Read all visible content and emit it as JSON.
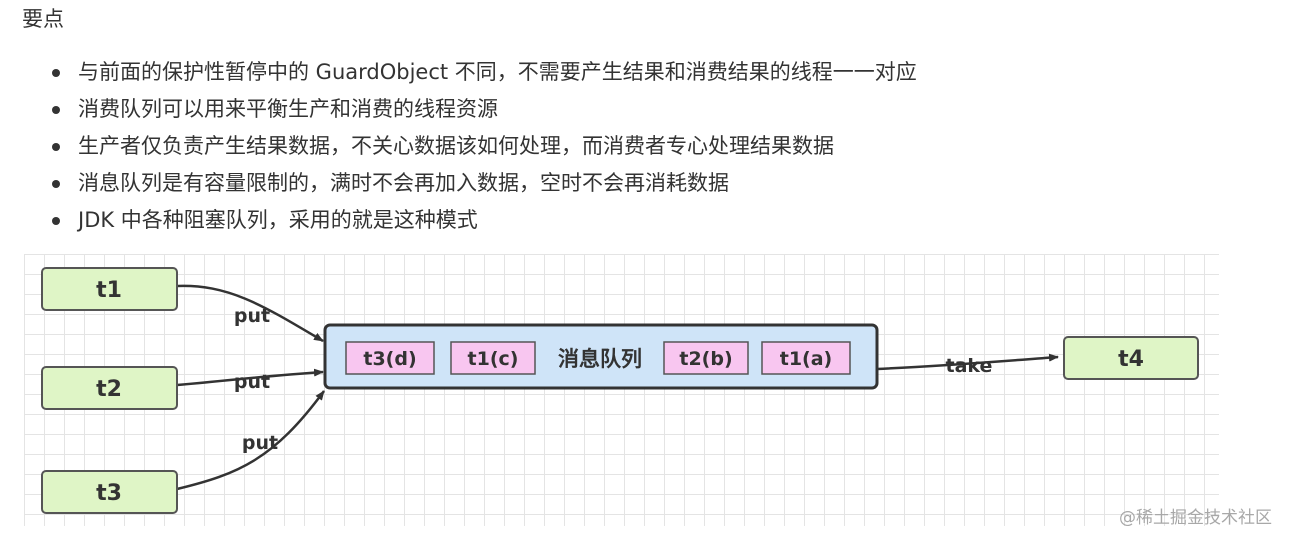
{
  "heading": "要点",
  "points": [
    "与前面的保护性暂停中的 GuardObject 不同，不需要产生结果和消费结果的线程一一对应",
    "消费队列可以用来平衡生产和消费的线程资源",
    "生产者仅负责产生结果数据，不关心数据该如何处理，而消费者专心处理结果数据",
    "消息队列是有容量限制的，满时不会再加入数据，空时不会再消耗数据",
    "JDK 中各种阻塞队列，采用的就是这种模式"
  ],
  "diagram": {
    "producers": [
      "t1",
      "t2",
      "t3"
    ],
    "put_label": "put",
    "queue_label": "消息队列",
    "queue_items_left": [
      "t3(d)",
      "t1(c)"
    ],
    "queue_items_right": [
      "t2(b)",
      "t1(a)"
    ],
    "take_label": "take",
    "consumer": "t4",
    "colors": {
      "thread_fill": "#dff5c6",
      "queue_fill": "#cfe4f8",
      "item_fill": "#f8c6f0",
      "stroke": "#333333"
    }
  },
  "footer_watermark": "@稀土掘金技术社区"
}
